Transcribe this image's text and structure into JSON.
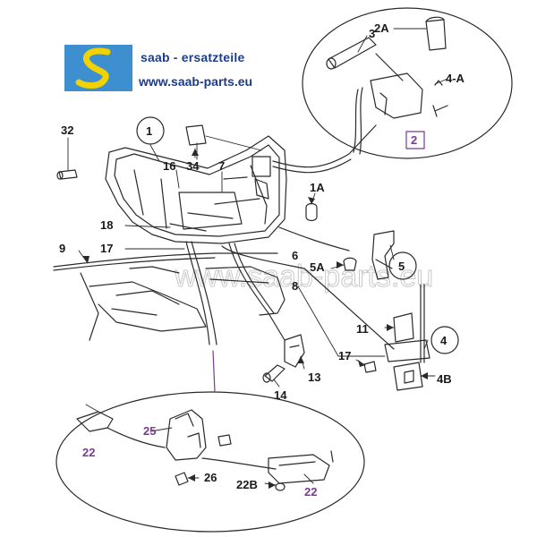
{
  "header": {
    "title": "saab - ersatzteile",
    "url": "www.saab-parts.eu",
    "logo_letter": "S"
  },
  "watermark": "www.saab-parts.eu",
  "callouts": {
    "c1": "1",
    "c2": "2",
    "c2a": "2A",
    "c3": "3",
    "c4a": "4-A",
    "c4": "4",
    "c4b": "4B",
    "c5": "5",
    "c5a": "5A",
    "c1a": "1A",
    "c6": "6",
    "c7": "7",
    "c8": "8",
    "c9": "9",
    "c11": "11",
    "c13": "13",
    "c14": "14",
    "c16": "16",
    "c17a": "17",
    "c17b": "17",
    "c18": "18",
    "c22a": "22",
    "c22b": "22",
    "c22B": "22B",
    "c25": "25",
    "c26": "26",
    "c32": "32",
    "c34": "34"
  },
  "colors": {
    "brand_blue": "#1c3c8c",
    "logo_bg": "#3d8fd0",
    "logo_letter": "#f2d200",
    "detail_purple": "#7a3a90",
    "line": "#2a2a2a"
  }
}
